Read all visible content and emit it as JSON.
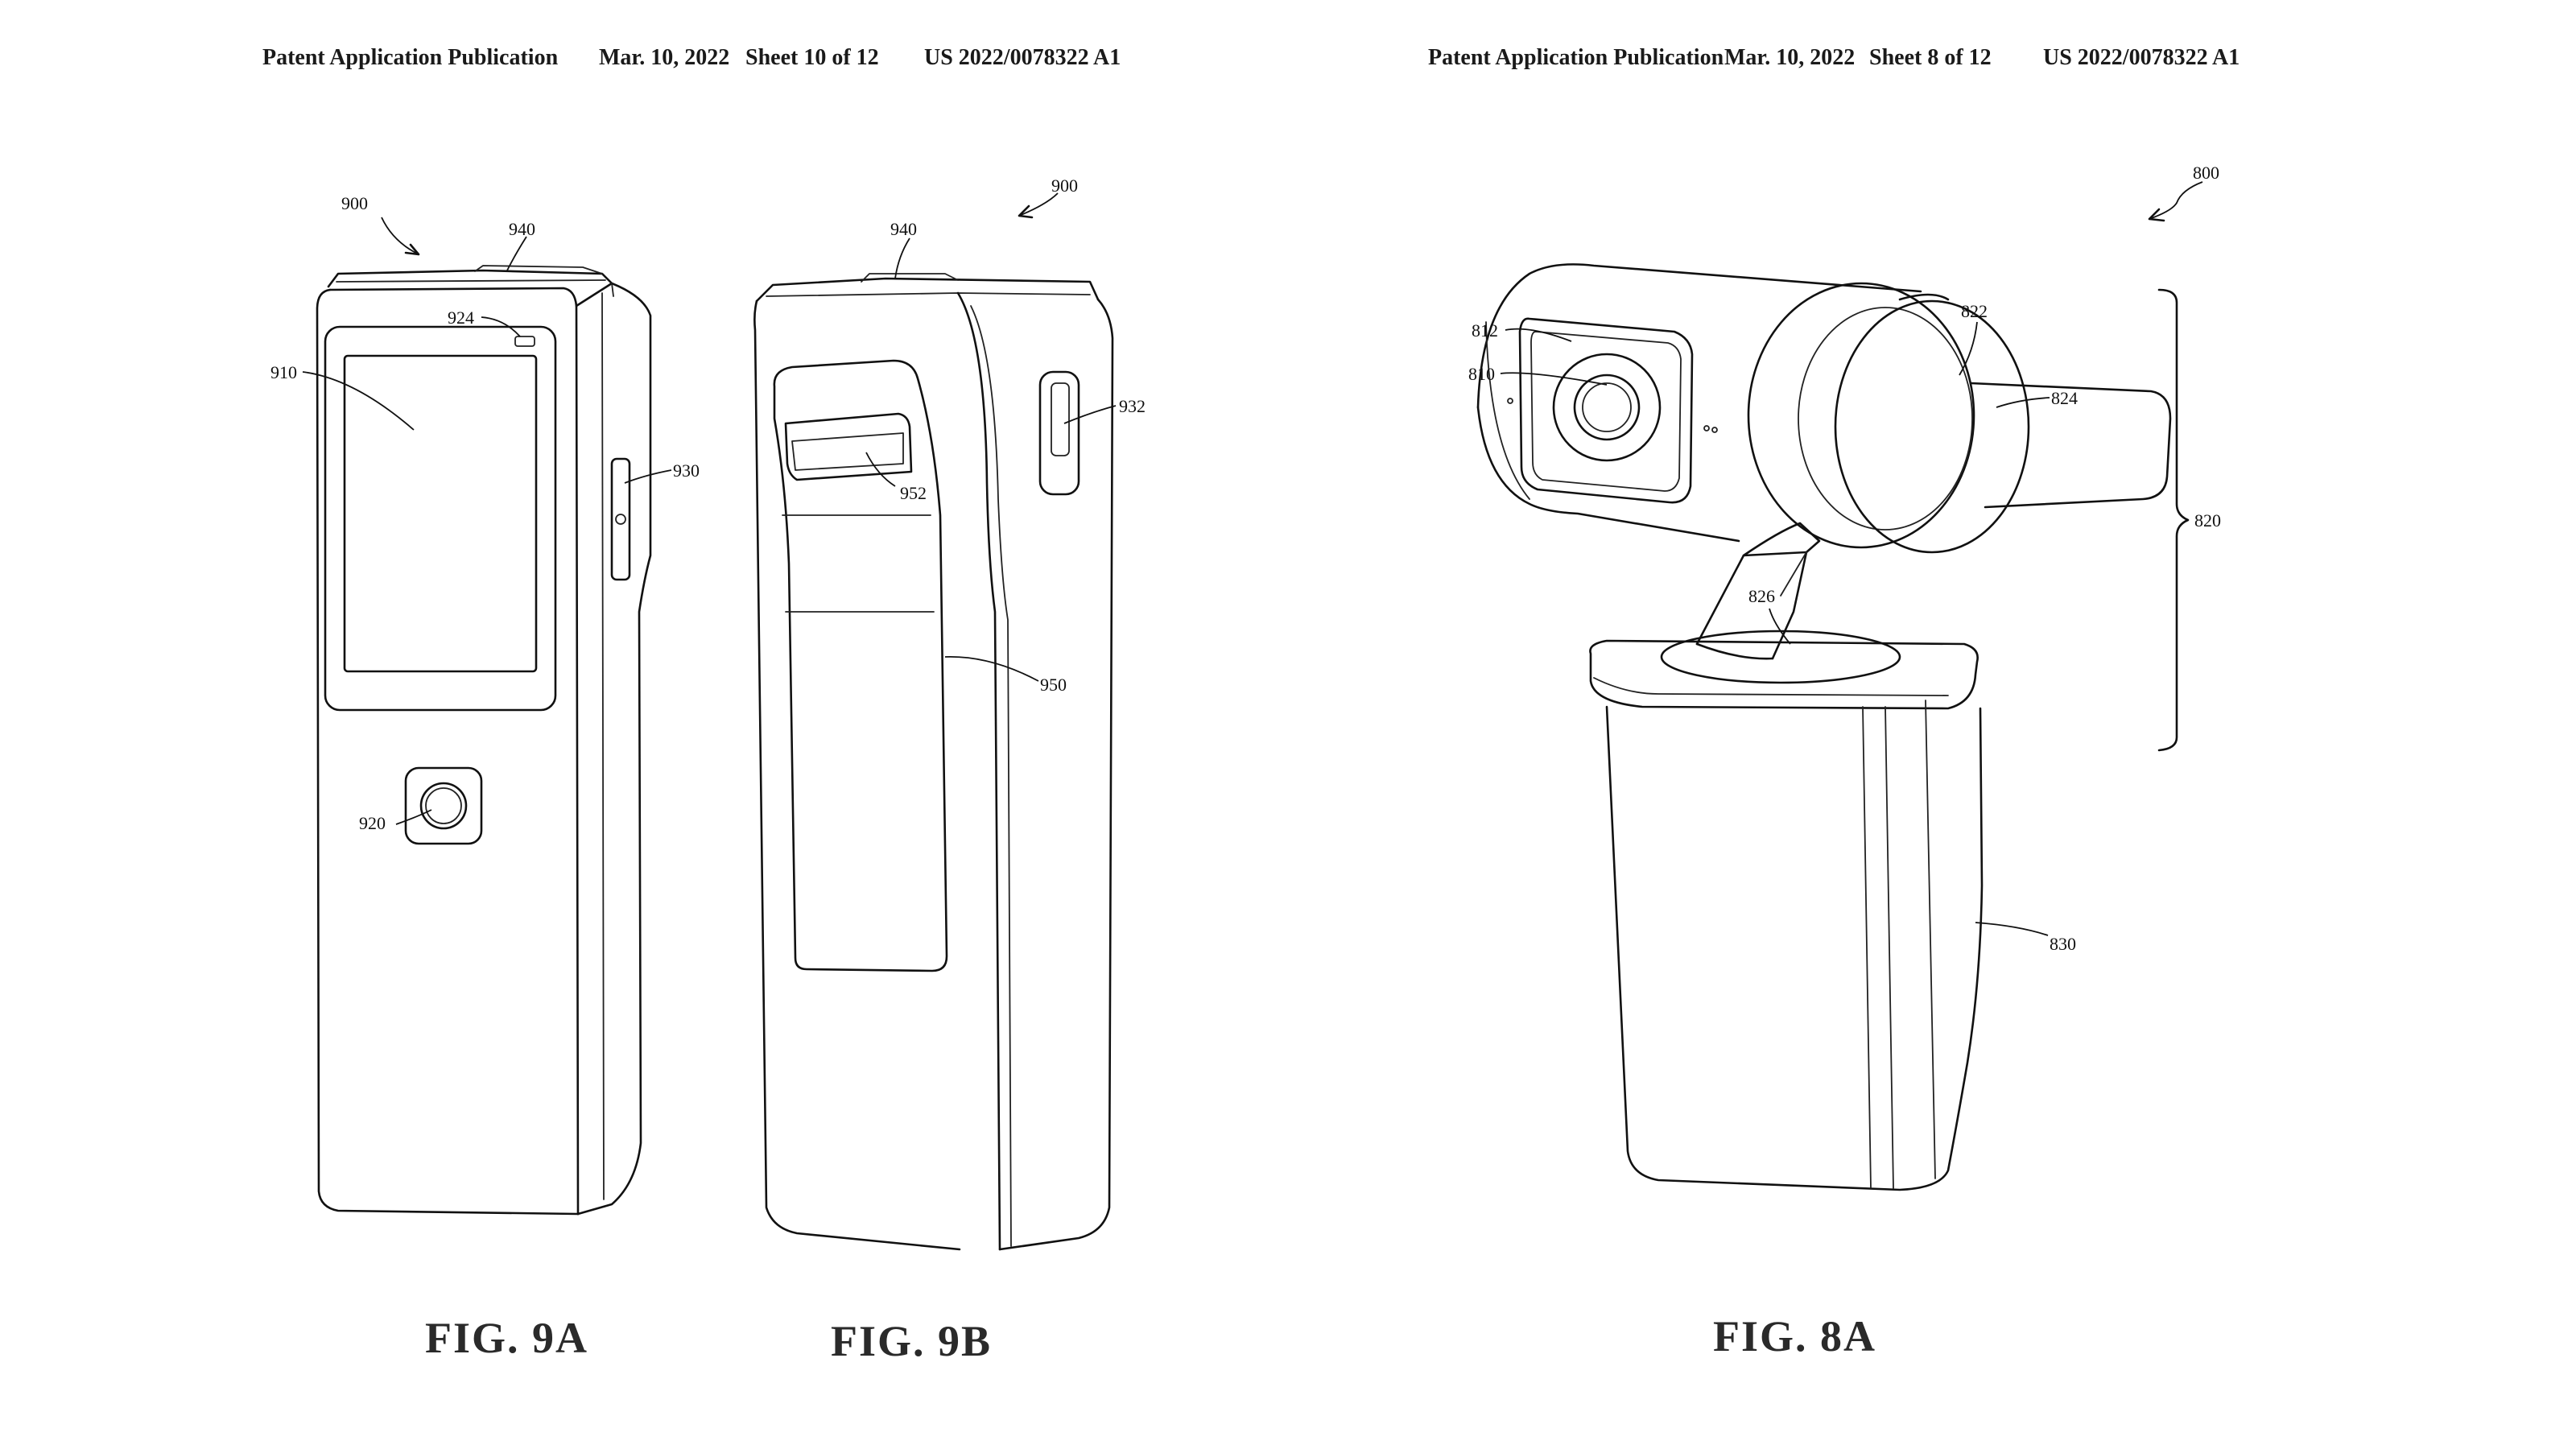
{
  "sheets": [
    {
      "header": {
        "publication": "Patent Application Publication",
        "date": "Mar. 10, 2022",
        "sheet": "Sheet 10 of 12",
        "number": "US 2022/0078322 A1"
      },
      "figures": [
        {
          "caption": "FIG. 9A",
          "refs": {
            "device": "900",
            "top_cap": "940",
            "indicator": "924",
            "display": "910",
            "side_button": "930",
            "button": "920"
          }
        },
        {
          "caption": "FIG. 9B",
          "refs": {
            "device": "900",
            "top_cap": "940",
            "side_port": "932",
            "slot": "952",
            "panel": "950"
          }
        }
      ]
    },
    {
      "header": {
        "publication": "Patent Application Publication",
        "date": "Mar. 10, 2022",
        "sheet": "Sheet 8 of 12",
        "number": "US 2022/0078322 A1"
      },
      "figures": [
        {
          "caption": "FIG. 8A",
          "refs": {
            "device": "800",
            "lens_window": "812",
            "lens": "810",
            "end_cap": "822",
            "motor": "824",
            "gimbal": "820",
            "neck": "826",
            "base": "830"
          }
        }
      ]
    }
  ]
}
